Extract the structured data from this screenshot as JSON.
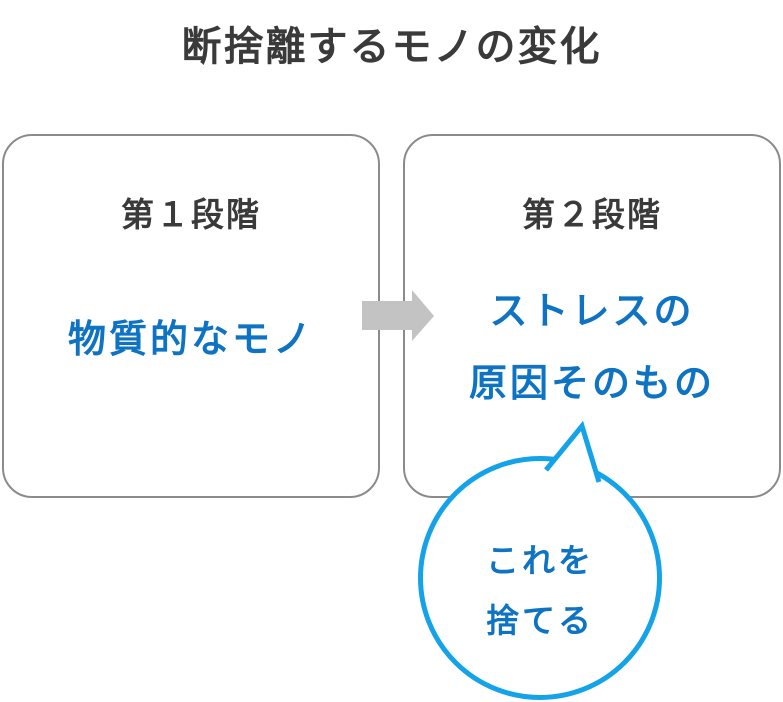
{
  "title": "断捨離するモノの変化",
  "stage1": {
    "label": "第１段階",
    "value": "物質的なモノ"
  },
  "stage2": {
    "label": "第２段階",
    "value_lines": [
      "ストレスの",
      "原因そのもの"
    ]
  },
  "bubble": {
    "lines": [
      "これを",
      "捨てる"
    ]
  },
  "icons": {
    "arrow": "right-arrow-icon",
    "tail": "speech-bubble-tail"
  },
  "colors": {
    "text_dark": "#3a3a3a",
    "accent_blue": "#0e73c2",
    "bubble_cyan": "#14a3e8",
    "box_border_gray": "#8b8b8b",
    "arrow_gray": "#c3c3c3",
    "background": "#ffffff"
  }
}
